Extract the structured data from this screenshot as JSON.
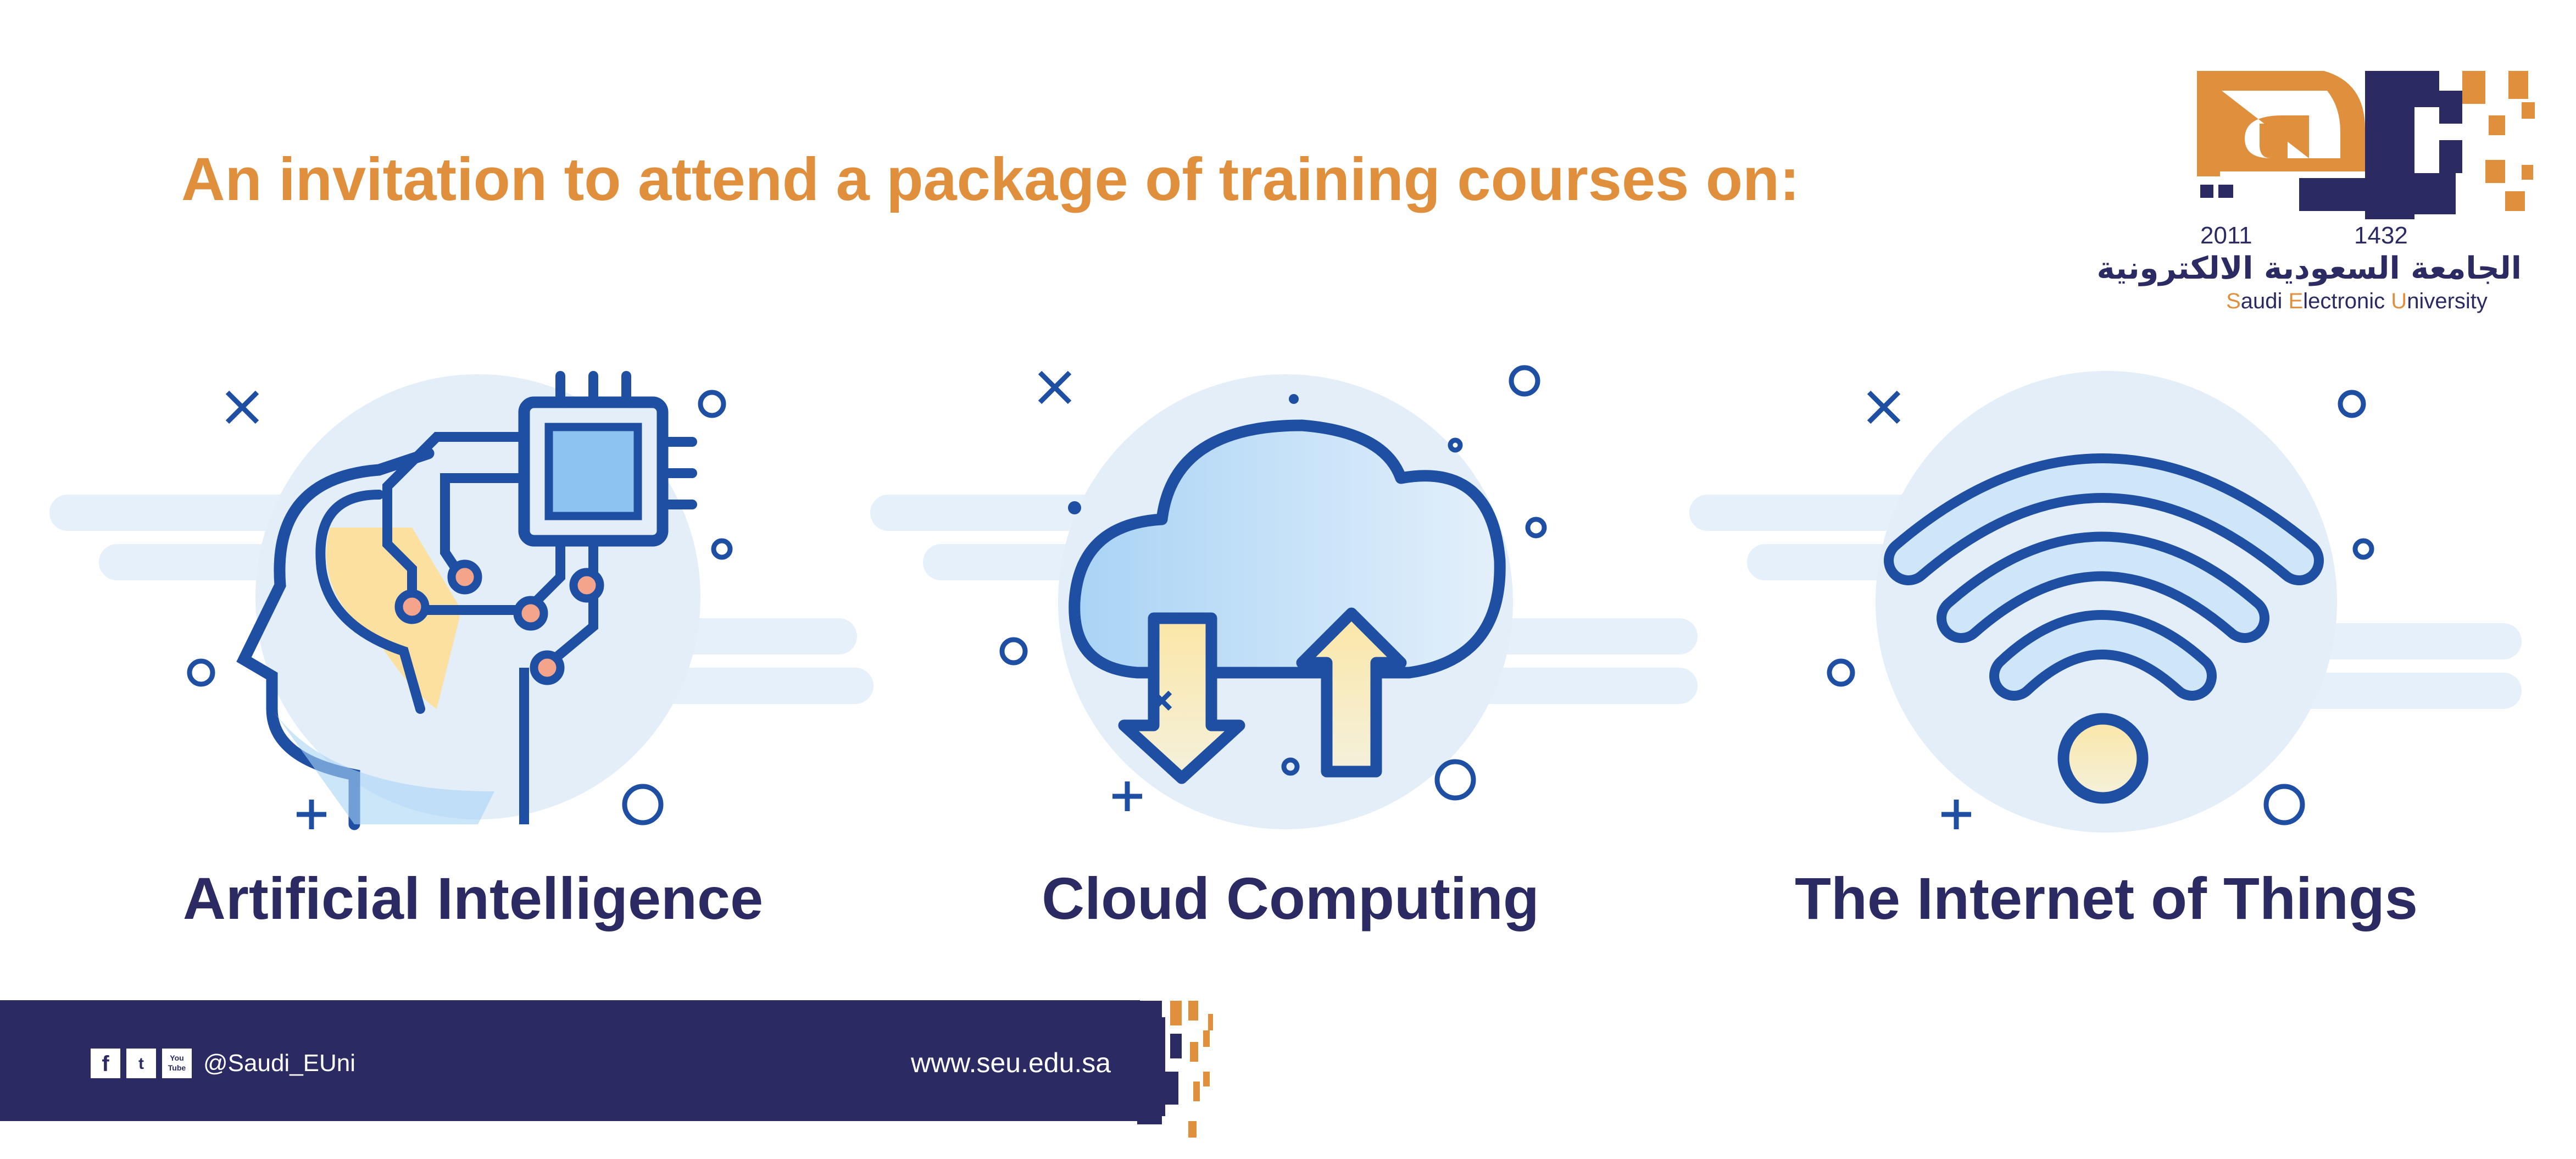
{
  "header": {
    "title": "An invitation to attend a package of training courses on:"
  },
  "logo": {
    "year_gregorian": "2011",
    "year_hijri": "1432",
    "name_arabic": "الجامعة السعودية الالكترونية",
    "name_english": [
      "S",
      "audi ",
      "E",
      "lectronic ",
      "U",
      "niversity"
    ]
  },
  "topics": [
    {
      "label": "Artificial Intelligence",
      "icon": "ai-head-chip-icon"
    },
    {
      "label": "Cloud Computing",
      "icon": "cloud-transfer-icon"
    },
    {
      "label": "The Internet of Things",
      "icon": "wifi-icon"
    }
  ],
  "footer": {
    "social_icons": [
      {
        "name": "facebook-icon",
        "glyph": "f"
      },
      {
        "name": "twitter-icon",
        "glyph": "t"
      },
      {
        "name": "youtube-icon",
        "glyph": "You Tube"
      }
    ],
    "handle": "@Saudi_EUni",
    "url": "www.seu.edu.sa"
  },
  "colors": {
    "orange": "#E08F3C",
    "navy": "#2B2A62",
    "icon_blue": "#1E4FA3",
    "light_blue": "#E3EEF9"
  }
}
